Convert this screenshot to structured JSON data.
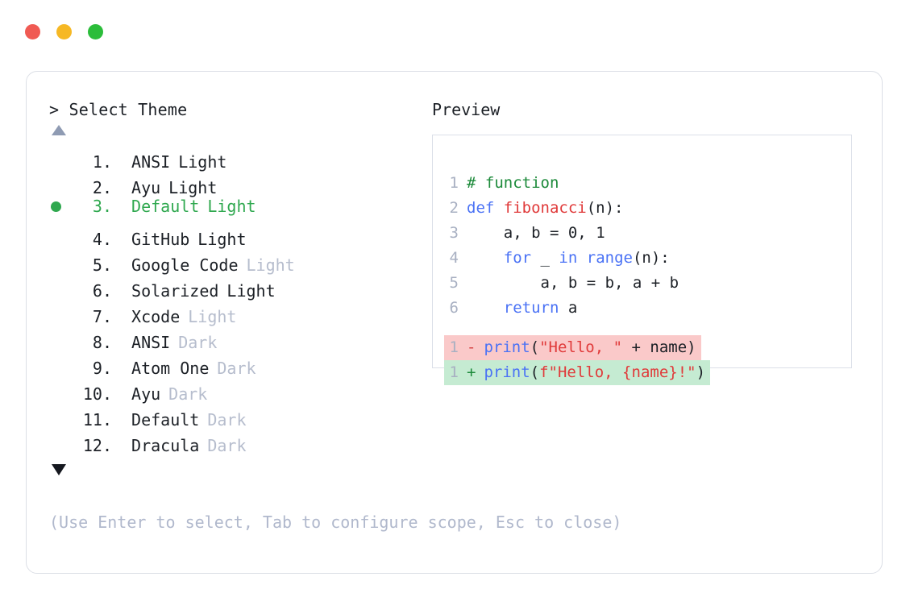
{
  "window": {
    "dots": [
      {
        "name": "close",
        "color": "#f05a53"
      },
      {
        "name": "minimize",
        "color": "#f6b824"
      },
      {
        "name": "maximize",
        "color": "#2bbd3a"
      }
    ]
  },
  "picker": {
    "prompt": "> Select Theme",
    "scroll_up_glyph": "▲",
    "scroll_down_glyph": "▼",
    "selected_index": 3,
    "selected_color": "#2fa84f",
    "muted_color": "#b6bdcd",
    "items": [
      {
        "index": "1.",
        "name": "ANSI",
        "variant": "Light",
        "variant_muted": false,
        "selected": false
      },
      {
        "index": "2.",
        "name": "Ayu",
        "variant": "Light",
        "variant_muted": false,
        "selected": false
      },
      {
        "index": "3.",
        "name": "Default",
        "variant": "Light",
        "variant_muted": false,
        "selected": true
      },
      {
        "index": "4.",
        "name": "GitHub",
        "variant": "Light",
        "variant_muted": false,
        "selected": false
      },
      {
        "index": "5.",
        "name": "Google Code",
        "variant": "Light",
        "variant_muted": true,
        "selected": false
      },
      {
        "index": "6.",
        "name": "Solarized",
        "variant": "Light",
        "variant_muted": false,
        "selected": false
      },
      {
        "index": "7.",
        "name": "Xcode",
        "variant": "Light",
        "variant_muted": true,
        "selected": false
      },
      {
        "index": "8.",
        "name": "ANSI",
        "variant": "Dark",
        "variant_muted": true,
        "selected": false
      },
      {
        "index": "9.",
        "name": "Atom One",
        "variant": "Dark",
        "variant_muted": true,
        "selected": false
      },
      {
        "index": "10.",
        "name": "Ayu",
        "variant": "Dark",
        "variant_muted": true,
        "selected": false
      },
      {
        "index": "11.",
        "name": "Default",
        "variant": "Dark",
        "variant_muted": true,
        "selected": false
      },
      {
        "index": "12.",
        "name": "Dracula",
        "variant": "Dark",
        "variant_muted": true,
        "selected": false
      }
    ]
  },
  "preview": {
    "label": "Preview",
    "code_lines": [
      {
        "ln": "1",
        "tokens": [
          {
            "t": "# function",
            "c": "comment"
          }
        ]
      },
      {
        "ln": "2",
        "tokens": [
          {
            "t": "def ",
            "c": "keyword"
          },
          {
            "t": "fibonacci",
            "c": "func"
          },
          {
            "t": "(n):",
            "c": "plain"
          }
        ]
      },
      {
        "ln": "3",
        "tokens": [
          {
            "t": "    a, b = ",
            "c": "plain"
          },
          {
            "t": "0",
            "c": "number"
          },
          {
            "t": ", ",
            "c": "plain"
          },
          {
            "t": "1",
            "c": "number"
          }
        ]
      },
      {
        "ln": "4",
        "tokens": [
          {
            "t": "    ",
            "c": "plain"
          },
          {
            "t": "for",
            "c": "keyword"
          },
          {
            "t": " _ ",
            "c": "plain"
          },
          {
            "t": "in",
            "c": "keyword"
          },
          {
            "t": " ",
            "c": "plain"
          },
          {
            "t": "range",
            "c": "builtin"
          },
          {
            "t": "(n):",
            "c": "plain"
          }
        ]
      },
      {
        "ln": "5",
        "tokens": [
          {
            "t": "        a, b = b, a + b",
            "c": "plain"
          }
        ]
      },
      {
        "ln": "6",
        "tokens": [
          {
            "t": "    ",
            "c": "plain"
          },
          {
            "t": "return",
            "c": "keyword"
          },
          {
            "t": " a",
            "c": "plain"
          }
        ]
      }
    ],
    "diff_lines": [
      {
        "ln": "1",
        "sign": "-",
        "kind": "removed",
        "tokens": [
          {
            "t": "print",
            "c": "builtin"
          },
          {
            "t": "(",
            "c": "plain"
          },
          {
            "t": "\"Hello, \"",
            "c": "string"
          },
          {
            "t": " + name)",
            "c": "plain"
          }
        ]
      },
      {
        "ln": "1",
        "sign": "+",
        "kind": "added",
        "tokens": [
          {
            "t": "print",
            "c": "builtin"
          },
          {
            "t": "(",
            "c": "plain"
          },
          {
            "t": "f\"Hello, {name}!\"",
            "c": "string"
          },
          {
            "t": ")",
            "c": "plain"
          }
        ]
      }
    ],
    "colors": {
      "comment": "#1c8a3a",
      "keyword": "#4a72f5",
      "func": "#e03a3a",
      "builtin": "#4a72f5",
      "string": "#e03a3a",
      "plain": "#1c2026",
      "diff_removed_bg": "#fac9c9",
      "diff_added_bg": "#c5ebd2"
    }
  },
  "footer": {
    "hint": "(Use Enter to select, Tab to configure scope, Esc to close)"
  }
}
